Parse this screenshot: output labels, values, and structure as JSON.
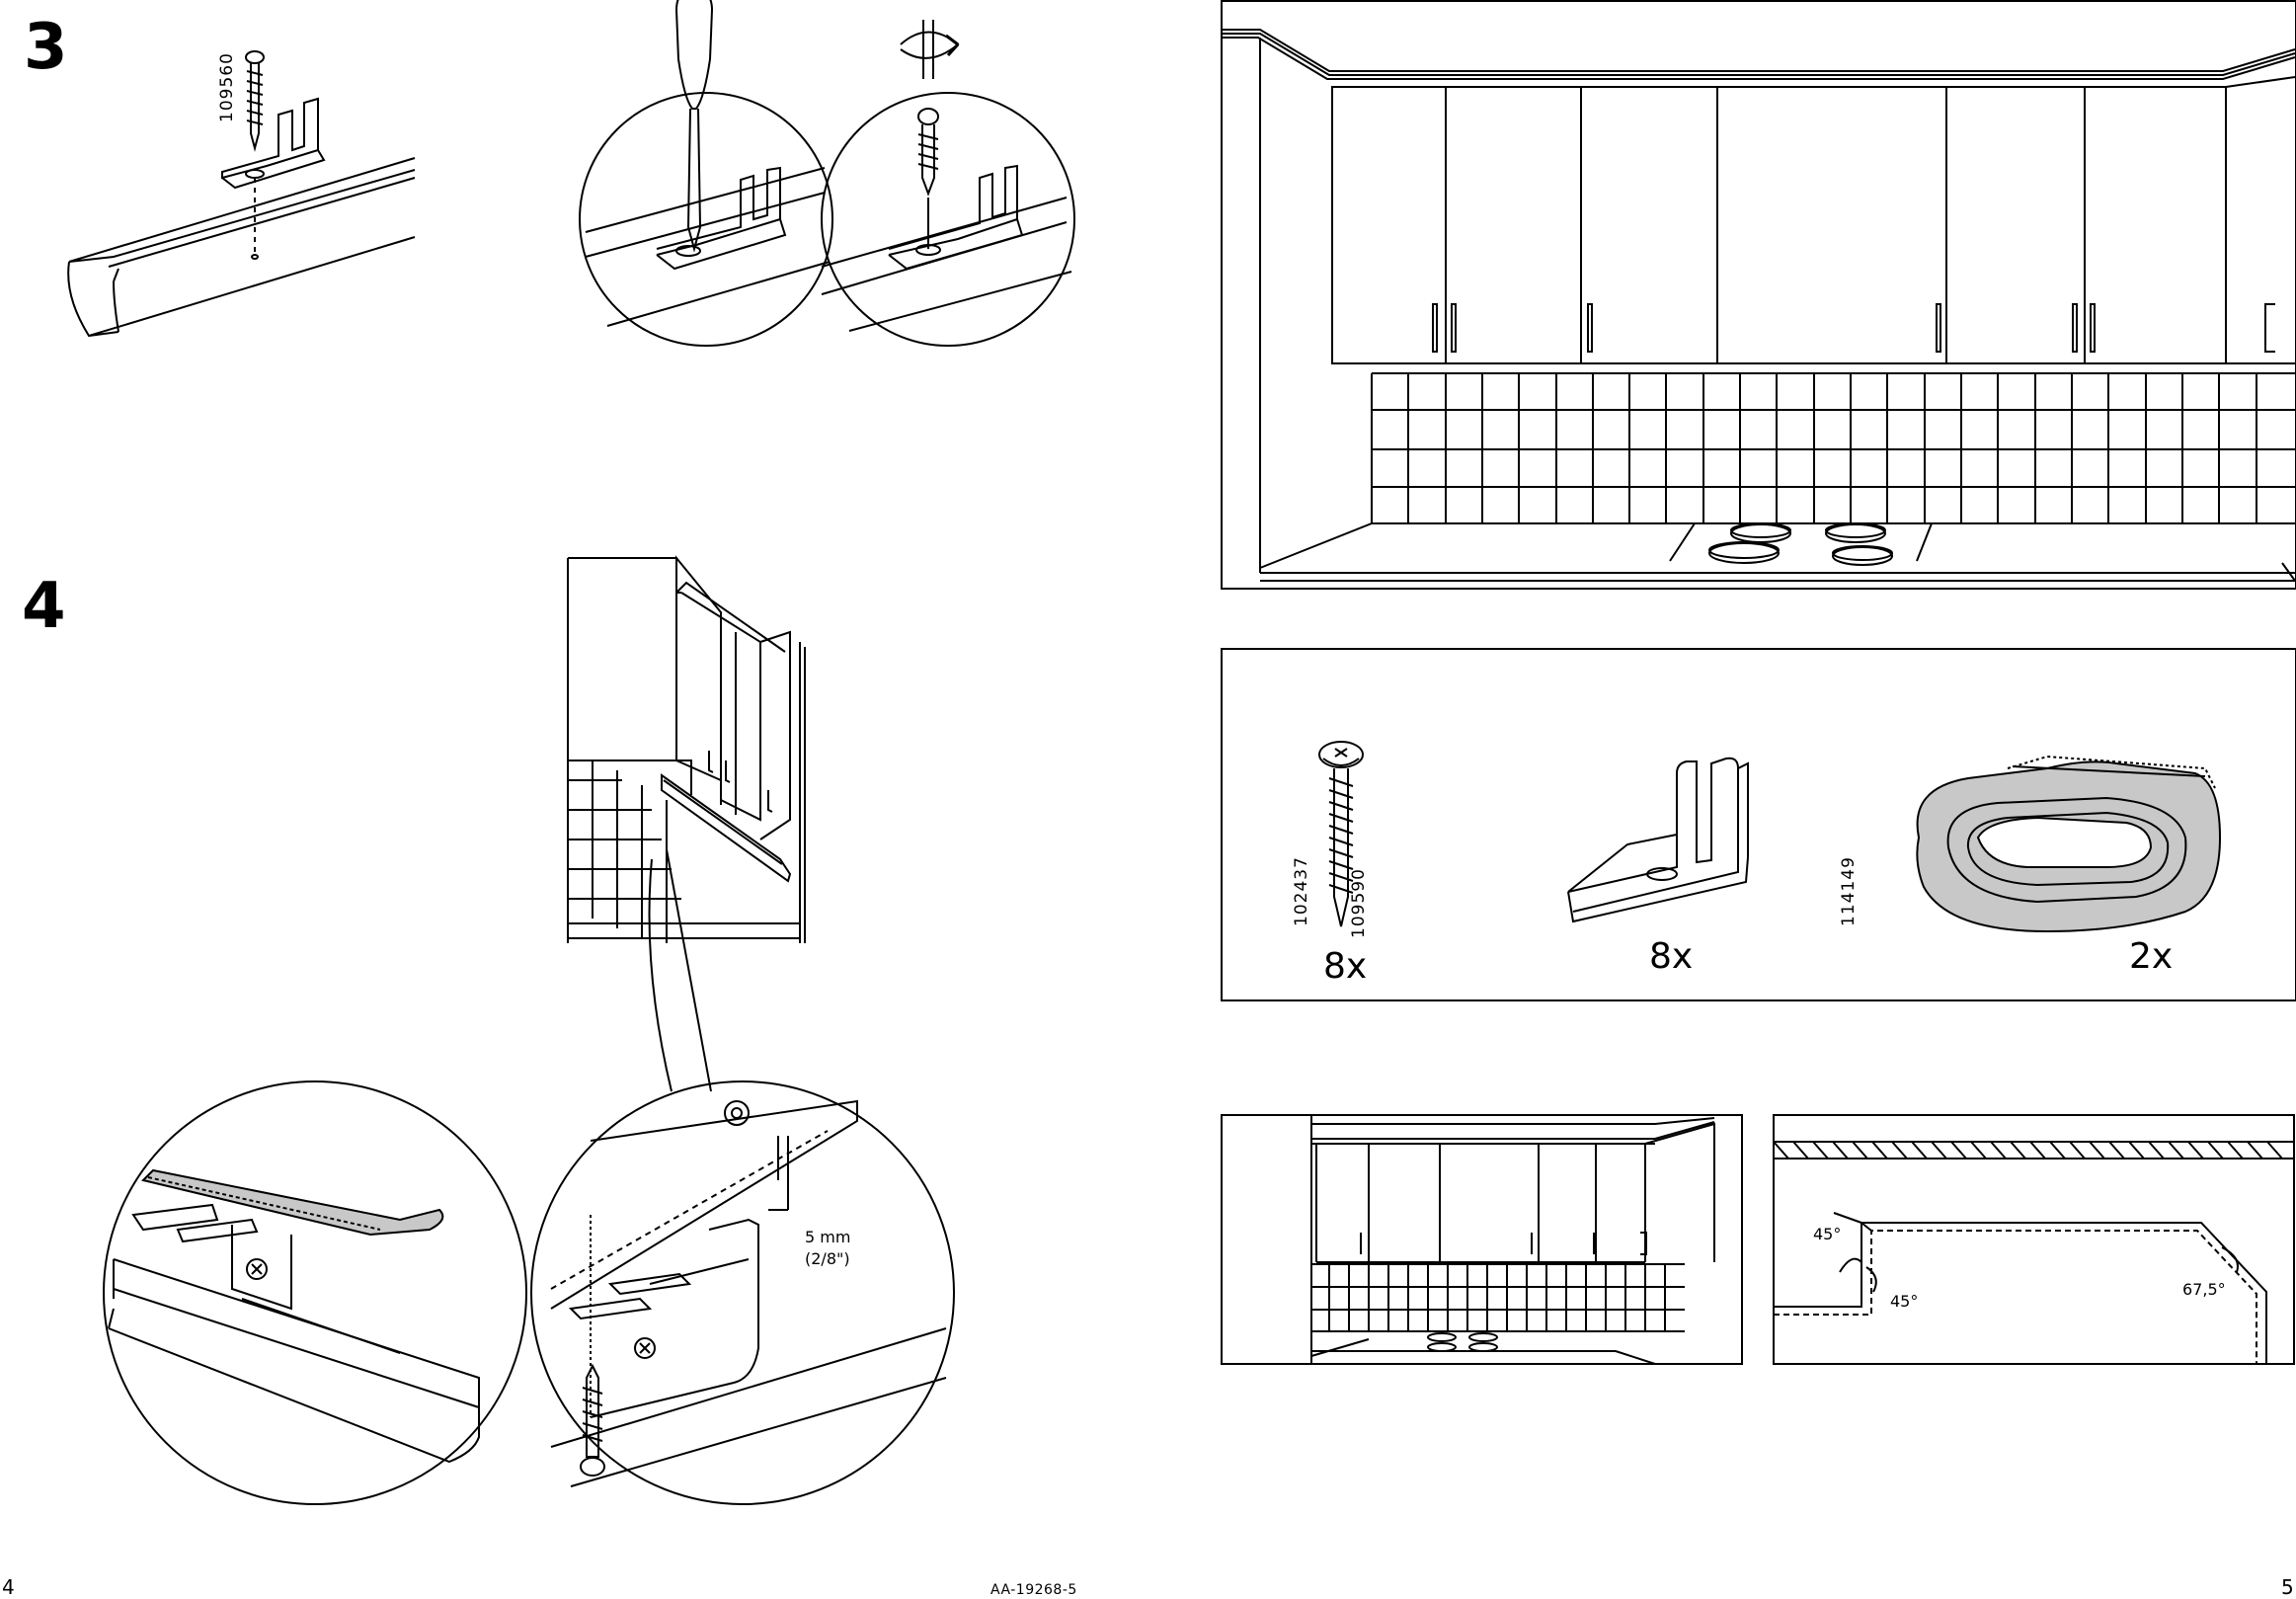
{
  "left_page": {
    "page_number": "4",
    "doc_id": "AA-19268-5",
    "step3": {
      "number": "3",
      "screw_part_no": "109560"
    },
    "step4": {
      "number": "4",
      "gap_measure_mm": "5 mm",
      "gap_measure_in": "(2/8\")"
    }
  },
  "right_page": {
    "page_number": "5",
    "parts": [
      {
        "icon": "screw-icon",
        "part_no": "109590",
        "quantity": "8x"
      },
      {
        "icon": "bracket-icon",
        "part_no": "114149",
        "quantity": "8x"
      },
      {
        "icon": "tape-roll-icon",
        "part_no": "102437",
        "quantity": "2x"
      }
    ],
    "angles": {
      "a1": "45°",
      "a2": "45°",
      "a3": "67,5°"
    }
  },
  "colors": {
    "line": "#000000",
    "tape_fill": "#c8c8c8",
    "background": "#ffffff"
  }
}
